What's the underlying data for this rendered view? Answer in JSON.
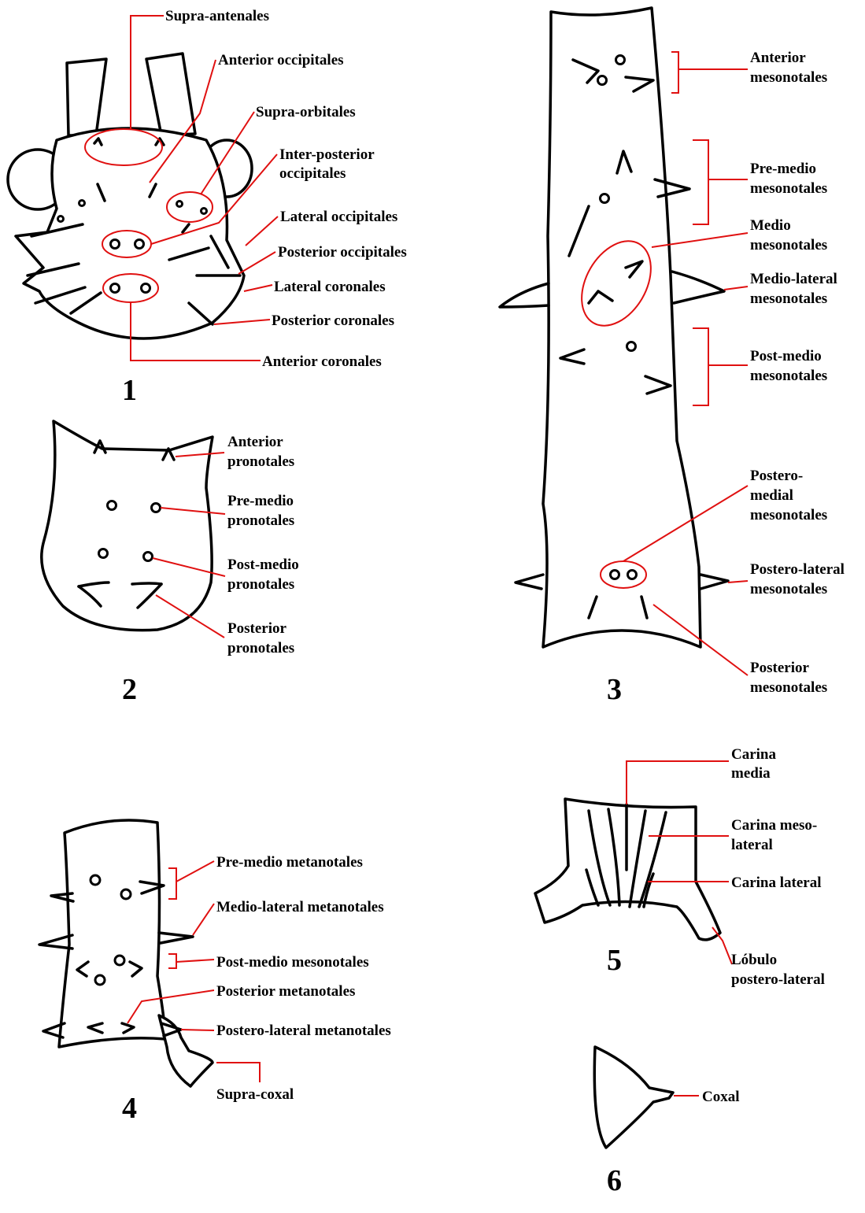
{
  "accent_color": "#e01010",
  "figures": [
    {
      "number": "1",
      "labels": [
        "Supra-antenales",
        "Anterior occipitales",
        "Supra-orbitales",
        "Inter-posterior",
        "occipitales",
        "Lateral  occipitales",
        "Posterior occipitales",
        "Lateral  coronales",
        "Posterior  coronales",
        "Anterior  coronales"
      ]
    },
    {
      "number": "2",
      "labels": [
        "Anterior",
        "pronotales",
        "Pre-medio",
        "pronotales",
        "Post-medio",
        "pronotales",
        "Posterior",
        "pronotales"
      ]
    },
    {
      "number": "3",
      "labels": [
        "Anterior",
        "mesonotales",
        "Pre-medio",
        "mesonotales",
        "Medio",
        "mesonotales",
        "Medio-lateral",
        "mesonotales",
        "Post-medio",
        "mesonotales",
        "Postero-",
        "medial",
        "mesonotales",
        "Postero-lateral",
        "mesonotales",
        "Posterior",
        "mesonotales"
      ]
    },
    {
      "number": "4",
      "labels": [
        "Pre-medio metanotales",
        "Medio-lateral metanotales",
        "Post-medio mesonotales",
        "Posterior metanotales",
        "Postero-lateral metanotales",
        "Supra-coxal"
      ]
    },
    {
      "number": "5",
      "labels": [
        "Carina",
        "media",
        "Carina meso-",
        "lateral",
        "Carina lateral",
        "Lóbulo",
        "postero-lateral"
      ]
    },
    {
      "number": "6",
      "labels": [
        "Coxal"
      ]
    }
  ]
}
